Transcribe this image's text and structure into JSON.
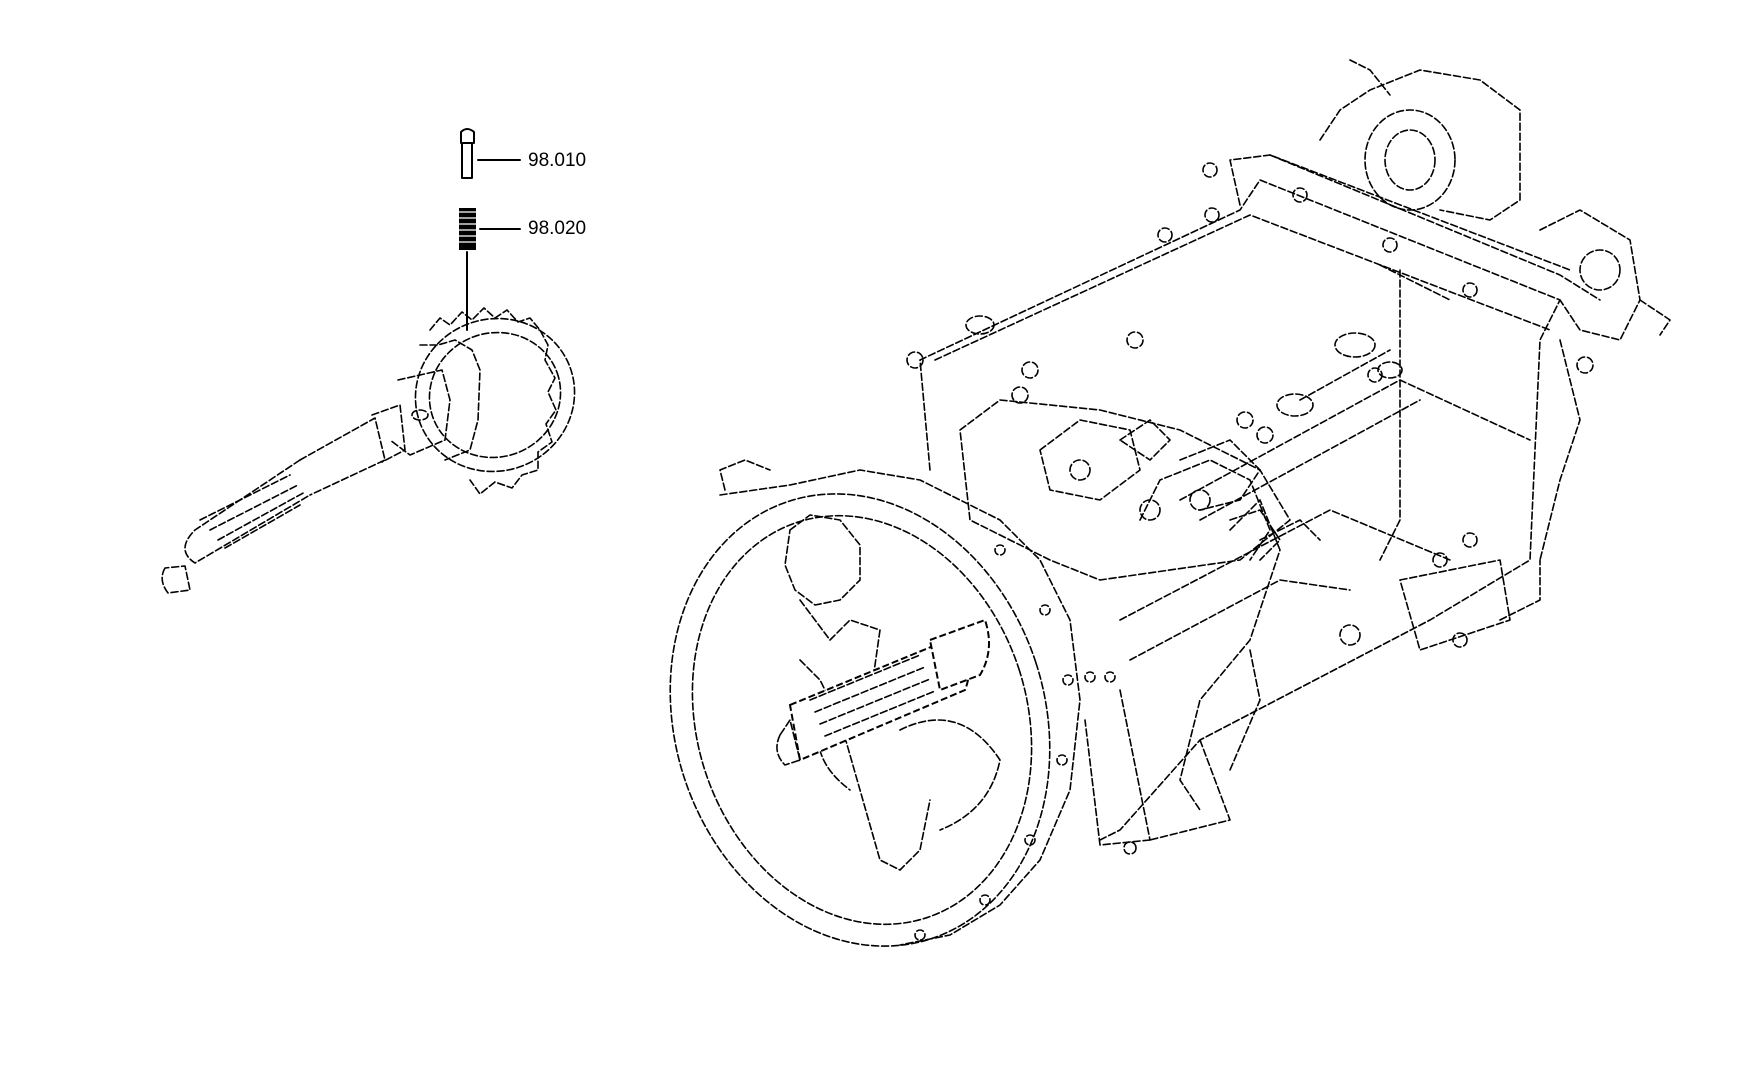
{
  "callouts": [
    {
      "id": "98.010",
      "label": "98.010"
    },
    {
      "id": "98.020",
      "label": "98.020"
    }
  ],
  "colors": {
    "line": "#000000",
    "background": "#ffffff"
  }
}
